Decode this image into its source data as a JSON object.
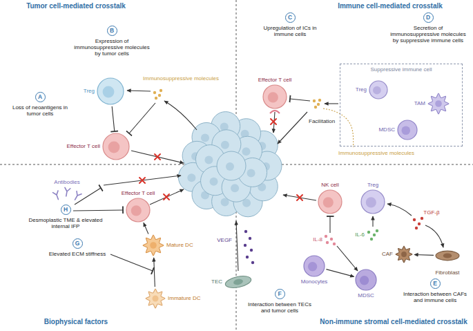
{
  "diagram": {
    "nodes": [
      {
        "text": [
          "A",
          "Loss of neoantigens in tumor cells"
        ]
      },
      {
        "text": [
          "B",
          "Expression of immunosuppressive molecules by tumor cells"
        ]
      },
      {
        "text": [
          "Treg"
        ]
      },
      {
        "text": [
          "Effector T cell"
        ]
      },
      {
        "text": [
          "C",
          "Upregulation of ICs in immune cells"
        ]
      },
      {
        "text": [
          "D",
          "Secretion of immunosuppressive molecules by suppressive immune cells"
        ]
      },
      {
        "text": [
          "Effector T cell"
        ]
      },
      {
        "text": [
          "Suppressive immune cell"
        ]
      },
      {
        "text": [
          "Treg"
        ],
        "in": 7
      },
      {
        "text": [
          "TAM"
        ],
        "in": 7
      },
      {
        "text": [
          "MDSC"
        ],
        "in": 7
      },
      {
        "text": [
          "H",
          "Desmoplastic TME & elevated internal IFP"
        ]
      },
      {
        "text": [
          "Effector T cell"
        ]
      },
      {
        "text": [
          "G",
          "Elevated ECM stiffness"
        ]
      },
      {
        "text": [
          "Mature DC"
        ]
      },
      {
        "text": [
          "Immature DC"
        ]
      },
      {
        "text": [
          "TEC"
        ]
      },
      {
        "text": [
          "F",
          "Interaction between TECs and tumor cells"
        ]
      },
      {
        "text": [
          "NK cell"
        ]
      },
      {
        "text": [
          "Treg"
        ]
      },
      {
        "text": [
          "CAF"
        ]
      },
      {
        "text": [
          "Fibroblast"
        ]
      },
      {
        "text": [
          "Monocytes"
        ]
      },
      {
        "text": [
          "MDSC"
        ]
      },
      {
        "text": [
          "E",
          "Interaction between CAFs and immune cells"
        ]
      }
    ],
    "edges": [
      {
        "from": 2,
        "to": 3,
        "arrow": "to"
      },
      {
        "from": 15,
        "to": 14,
        "arrow": "to"
      },
      {
        "from": 14,
        "to": 12,
        "arrow": "to"
      },
      {
        "from": 22,
        "to": 23,
        "arrow": "to"
      },
      {
        "from": 21,
        "to": 20,
        "arrow": "to"
      }
    ],
    "labels": [
      "Tumor cell-mediated crosstalk",
      "Immune cell-mediated crosstalk",
      "Biophysical factors",
      "Non-immune stromal cell-mediated crosstalk",
      "Immunosuppressive molecules",
      "Facilitation",
      "Immunosuppressive molecules",
      "Antibodies",
      "VEGF",
      "IL-8",
      "IL-6",
      "TGF-β"
    ]
  }
}
